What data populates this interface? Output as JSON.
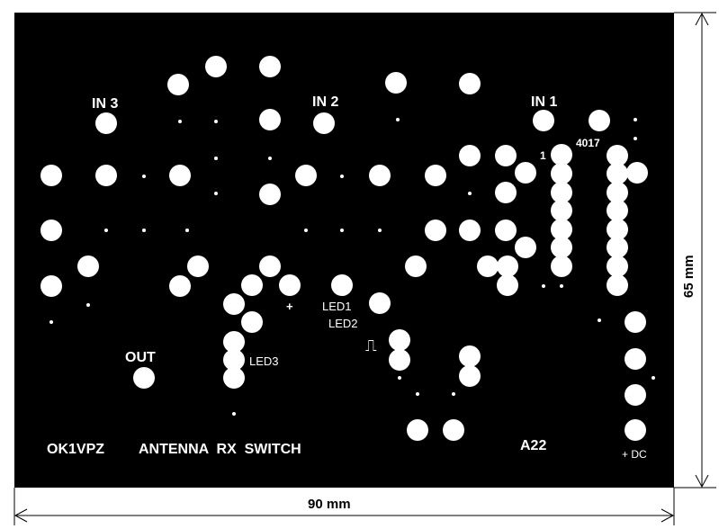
{
  "colors": {
    "background": "#ffffff",
    "board": "#000000",
    "copper": "#ffffff",
    "dimension_line": "#000000"
  },
  "labels": {
    "in3": "IN 3",
    "in2": "IN 2",
    "in1": "IN 1",
    "chip": "4017",
    "pin1": "1",
    "plus": "+",
    "led1": "LED1",
    "led2": "LED2",
    "led3": "LED3",
    "pulse": "⎍",
    "out": "OUT",
    "callsign": "OK1VPZ",
    "title": "ANTENNA  RX  SWITCH",
    "code": "A22",
    "power": "+ DC"
  },
  "dimensions": {
    "width": "90 mm",
    "height": "65 mm"
  }
}
